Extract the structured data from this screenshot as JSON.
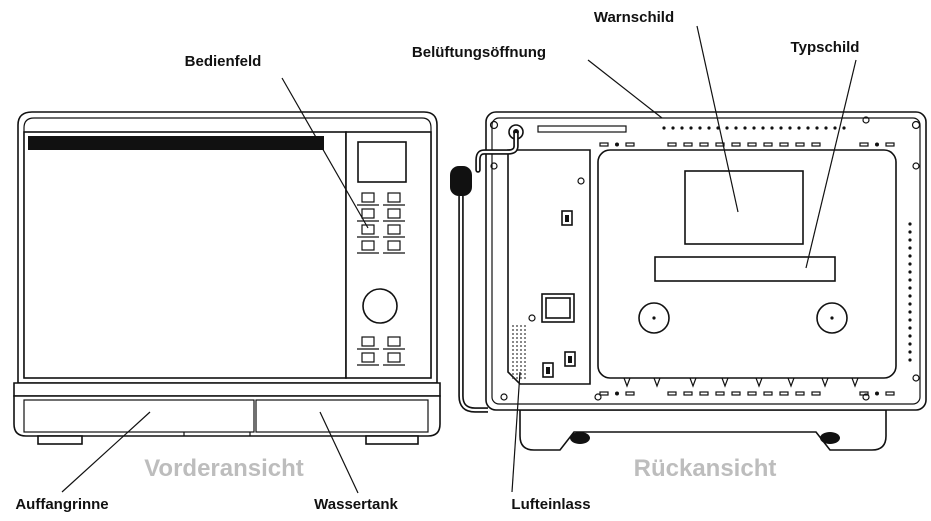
{
  "labels": {
    "bedienfeld": "Bedienfeld",
    "belueftung": "Belüftungsöffnung",
    "warnschild": "Warnschild",
    "typschild": "Typschild",
    "auffangrinne": "Auffangrinne",
    "wassertank": "Wassertank",
    "lufteinlass": "Lufteinlass"
  },
  "views": {
    "front": "Vorderansicht",
    "back": "Rückansicht"
  },
  "colors": {
    "line": "#111111",
    "view_caption": "#bdbdbd"
  }
}
